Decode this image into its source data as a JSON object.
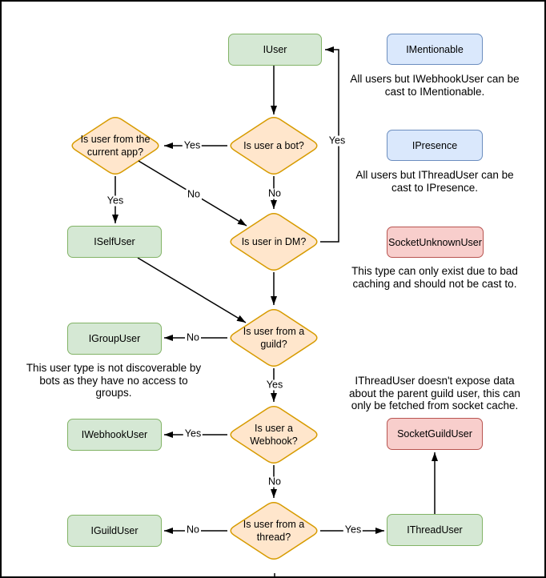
{
  "diagram": {
    "nodes": {
      "iuser": "IUser",
      "imentionable": "IMentionable",
      "ipresence": "IPresence",
      "socket_unknown_user": "SocketUnknownUser",
      "iselfuser": "ISelfUser",
      "igroupuser": "IGroupUser",
      "iwebhookuser": "IWebhookUser",
      "iguilduser": "IGuildUser",
      "socket_guild_user": "SocketGuildUser",
      "ithreaduser": "IThreadUser"
    },
    "decisions": {
      "is_bot": {
        "lines": [
          "Is user a bot?"
        ]
      },
      "from_current_app": {
        "lines": [
          "Is user from the",
          "current app?"
        ]
      },
      "in_dm": {
        "lines": [
          "Is user in DM?"
        ]
      },
      "from_guild": {
        "lines": [
          "Is user from a",
          "guild?"
        ]
      },
      "is_webhook": {
        "lines": [
          "Is user a",
          "Webhook?"
        ]
      },
      "from_thread": {
        "lines": [
          "Is user from a",
          "thread?"
        ]
      }
    },
    "edge_labels": {
      "bot_yes": "Yes",
      "bot_no": "No",
      "app_yes": "Yes",
      "app_no": "No",
      "dm_yes": "Yes",
      "guild_yes": "Yes",
      "guild_no": "No",
      "webhook_yes": "Yes",
      "webhook_no": "No",
      "thread_yes": "Yes",
      "thread_no": "No"
    },
    "notes": {
      "mentionable": {
        "lines": [
          "All users but IWebhookUser can be",
          "cast to IMentionable."
        ]
      },
      "presence": {
        "lines": [
          "All users but IThreadUser can be",
          "cast to IPresence."
        ]
      },
      "unknown": {
        "lines": [
          "This type can only exist due to bad",
          "caching and should not be cast to."
        ]
      },
      "group": {
        "lines": [
          "This user type is not discoverable by",
          "bots as they have no access to",
          "groups."
        ]
      },
      "thread": {
        "lines": [
          "IThreadUser doesn't expose data",
          "about the parent guild user, this can",
          "only be fetched from socket cache."
        ]
      }
    },
    "colors": {
      "interface_fill": "#d5e8d4",
      "interface_stroke": "#82b366",
      "decision_fill": "#ffe6cc",
      "decision_stroke": "#d79b00",
      "castable_fill": "#dae8fc",
      "castable_stroke": "#6c8ebf",
      "socket_fill": "#f8cecc",
      "socket_stroke": "#b85450",
      "connector": "#000000",
      "background": "#ffffff",
      "frame_border": "#000000"
    }
  }
}
